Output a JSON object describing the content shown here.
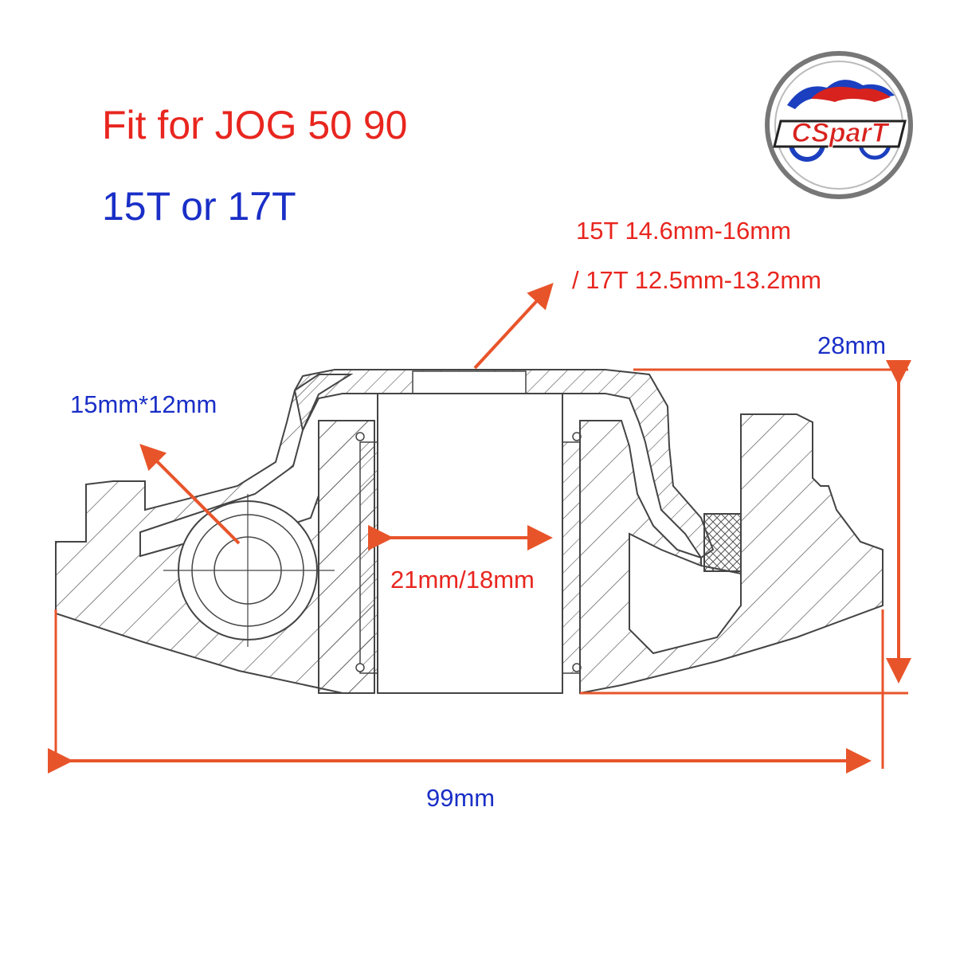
{
  "header": {
    "title": "Fit for JOG 50 90",
    "subtitle": "15T or 17T"
  },
  "logo": {
    "text": "CSparT"
  },
  "dimensions": {
    "teeth_line1": "15T 14.6mm-16mm",
    "teeth_line2": "/ 17T 12.5mm-13.2mm",
    "height": "28mm",
    "bearing": "15mm*12mm",
    "bore": "21mm/18mm",
    "width": "99mm"
  },
  "colors": {
    "title": "#e8261f",
    "subtitle": "#1a2fc7",
    "arrow": "#e8542a",
    "outline": "#444444",
    "hatch": "#555555",
    "logo_red": "#d8221e",
    "logo_blue": "#1b3fbf"
  }
}
